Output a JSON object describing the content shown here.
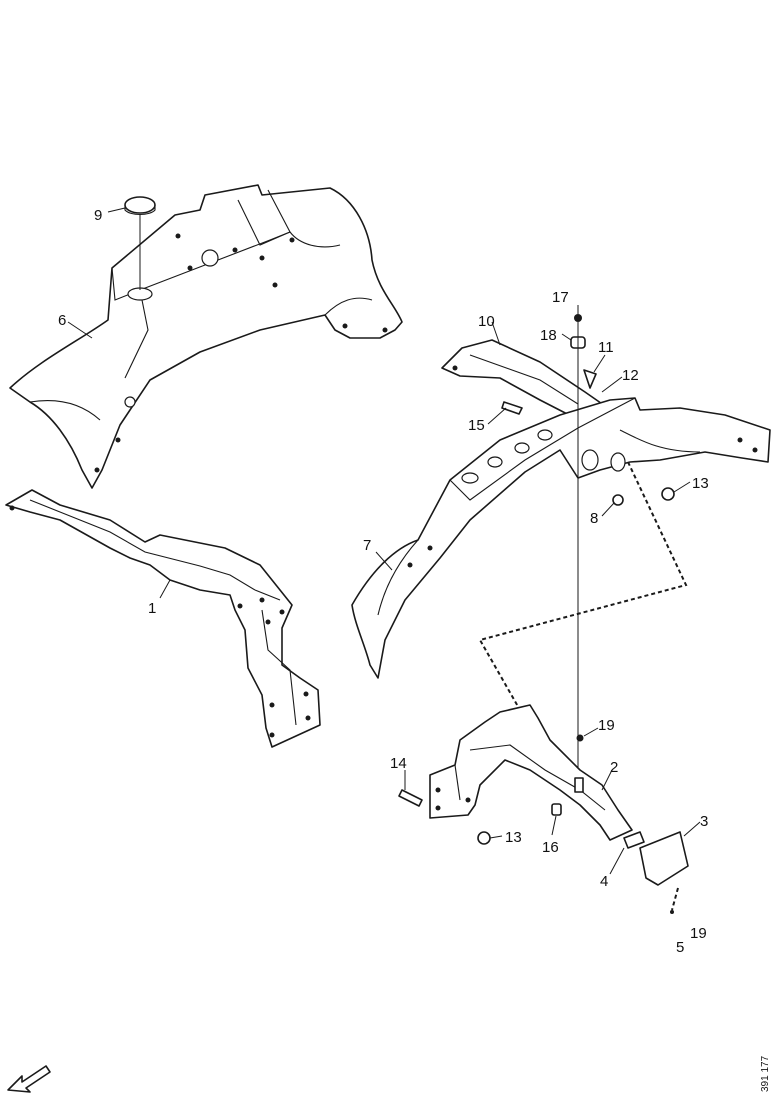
{
  "callouts": {
    "c1": "1",
    "c2": "2",
    "c3": "3",
    "c4": "4",
    "c5": "5",
    "c6": "6",
    "c7": "7",
    "c8": "8",
    "c9": "9",
    "c10": "10",
    "c11": "11",
    "c12": "12",
    "c13a": "13",
    "c13b": "13",
    "c14": "14",
    "c15": "15",
    "c16": "16",
    "c17": "17",
    "c18": "18",
    "c19a": "19",
    "c19b": "19"
  },
  "reference_code": "391 177",
  "icons": {
    "direction": "front-direction-arrow-icon"
  }
}
